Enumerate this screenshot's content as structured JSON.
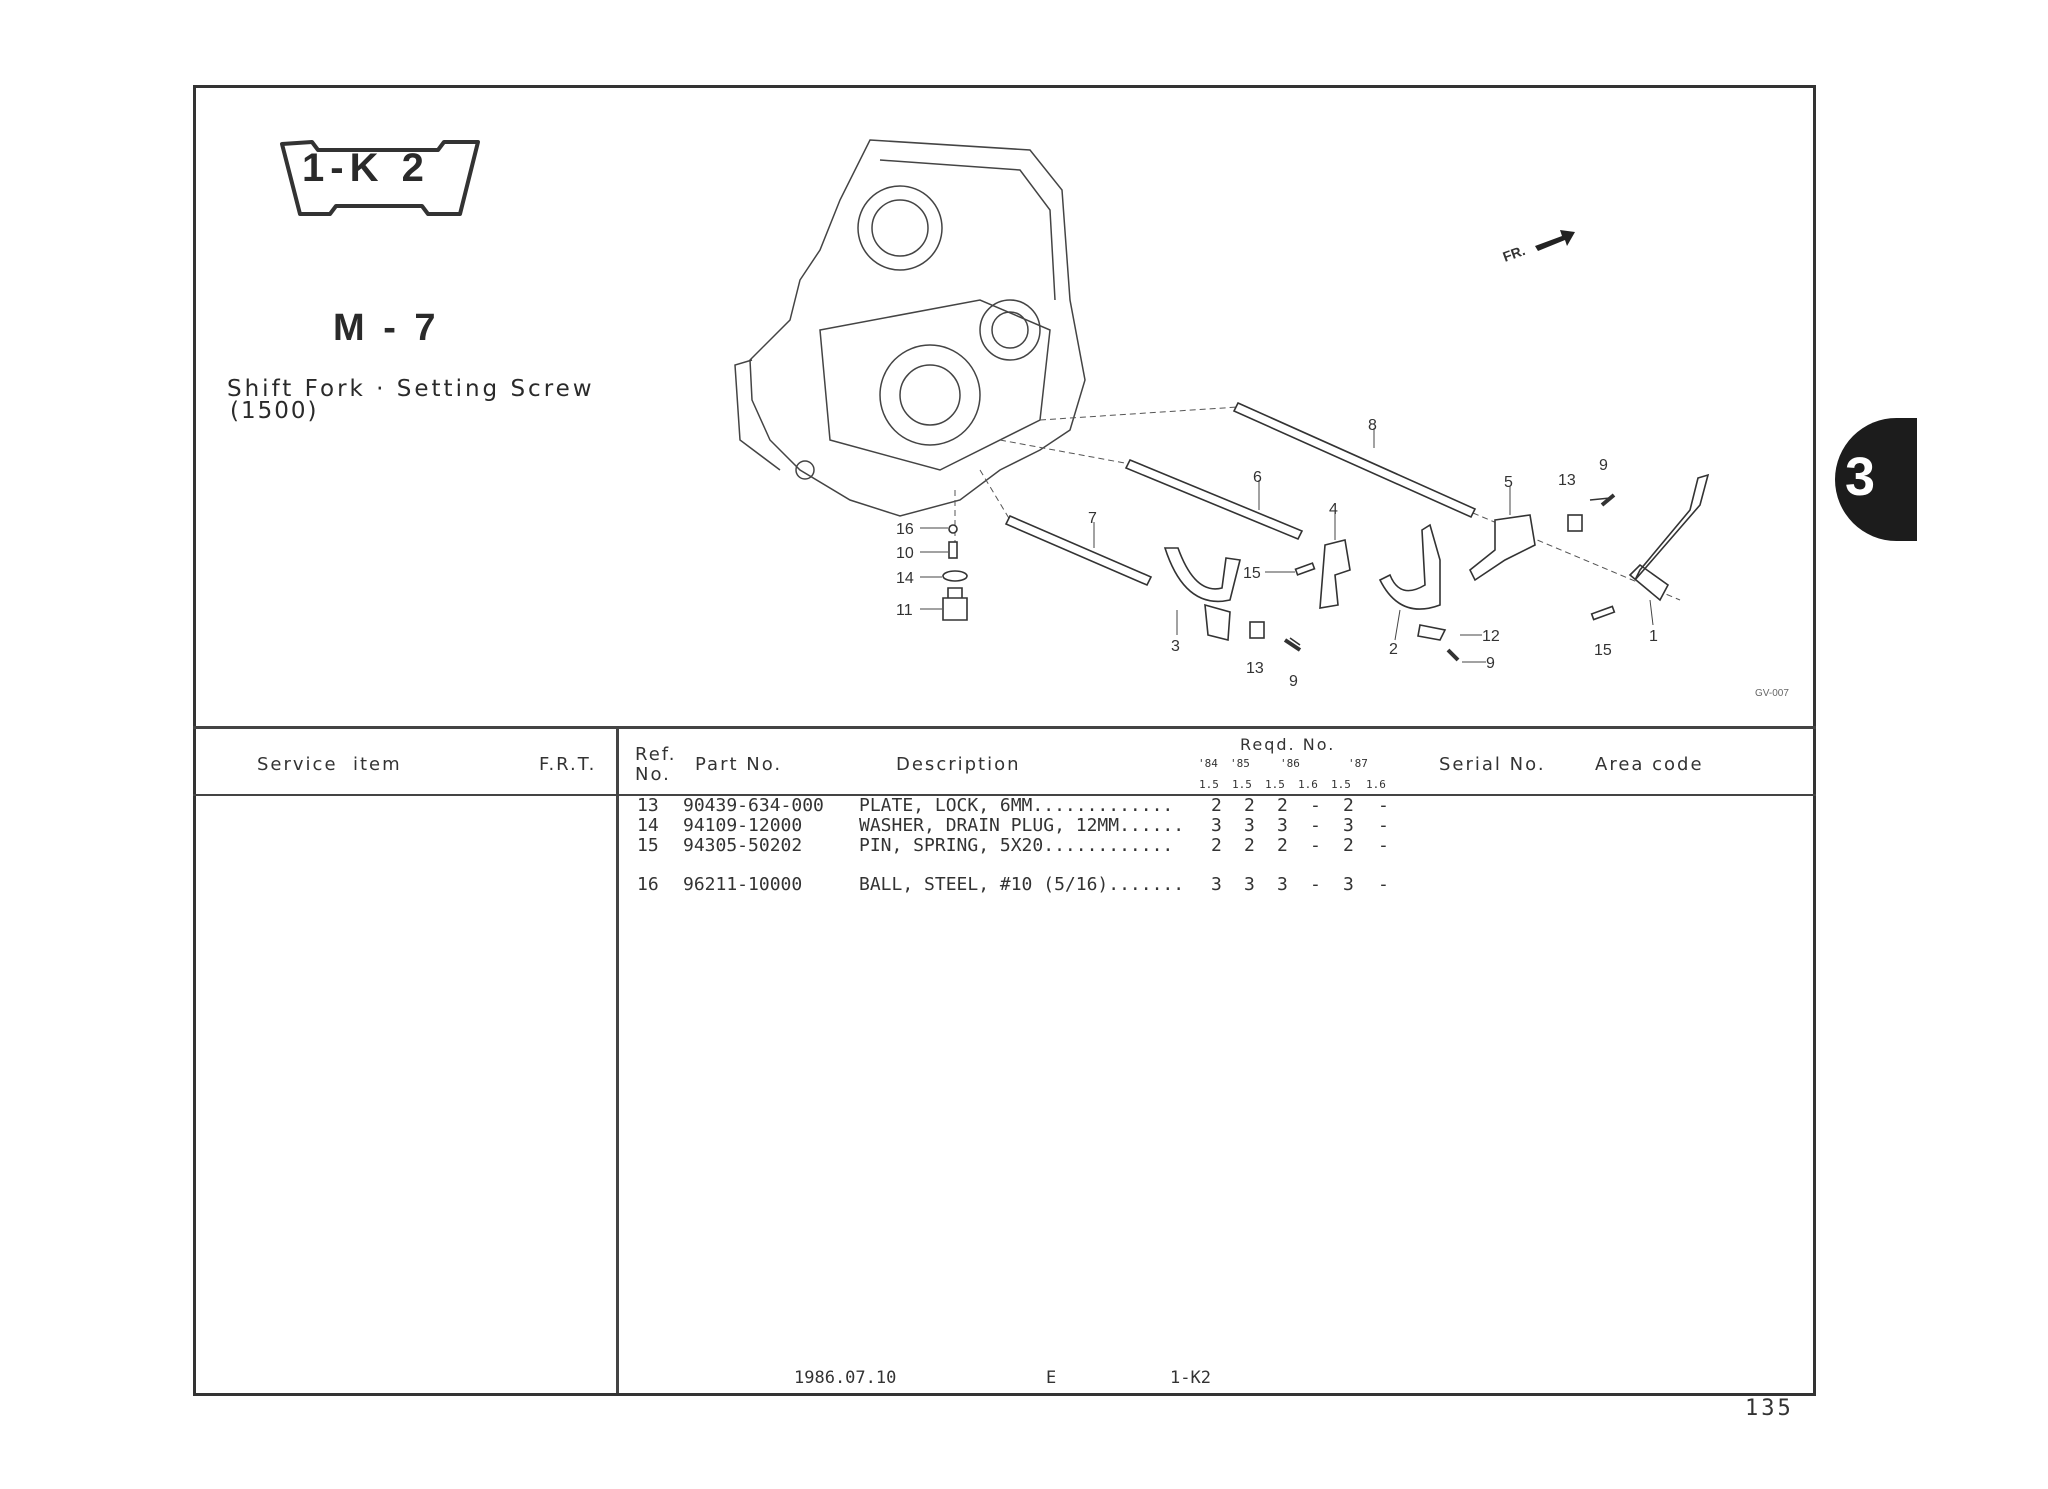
{
  "header": {
    "badge": "1-K 2",
    "section_code": "M - 7",
    "title": "Shift Fork · Setting Screw",
    "subtitle": "(1500)"
  },
  "side_tab": "3",
  "diagram": {
    "orientation_label": "FR.",
    "drawing_code": "GV-007",
    "callouts": [
      "8",
      "6",
      "4",
      "5",
      "13",
      "9",
      "7",
      "16",
      "10",
      "14",
      "11",
      "15",
      "3",
      "13",
      "9",
      "2",
      "12",
      "9",
      "15",
      "1"
    ]
  },
  "table": {
    "columns": {
      "service_item": "Service  item",
      "frt": "F.R.T.",
      "ref_no_1": "Ref.",
      "ref_no_2": "No.",
      "part_no": "Part No.",
      "description": "Description",
      "reqd_no": "Reqd. No.",
      "years": [
        "'84",
        "'85",
        "'86",
        "'87"
      ],
      "engines": [
        "1.5",
        "1.5",
        "1.5",
        "1.6",
        "1.5",
        "1.6"
      ],
      "serial_no": "Serial No.",
      "area_code": "Area code"
    },
    "rows": [
      {
        "ref": "13",
        "part": "90439-634-000",
        "desc": "PLATE, LOCK, 6MM.............",
        "qty": [
          "2",
          "2",
          "2",
          "-",
          "2",
          "-"
        ]
      },
      {
        "ref": "14",
        "part": "94109-12000",
        "desc": "WASHER, DRAIN PLUG, 12MM......",
        "qty": [
          "3",
          "3",
          "3",
          "-",
          "3",
          "-"
        ]
      },
      {
        "ref": "15",
        "part": "94305-50202",
        "desc": "PIN, SPRING, 5X20............",
        "qty": [
          "2",
          "2",
          "2",
          "-",
          "2",
          "-"
        ]
      },
      {
        "ref": "16",
        "part": "96211-10000",
        "desc": "BALL, STEEL, #10 (5/16).......",
        "qty": [
          "3",
          "3",
          "3",
          "-",
          "3",
          "-"
        ]
      }
    ]
  },
  "footer": {
    "date": "1986.07.10",
    "lang": "E",
    "code": "1-K2",
    "page_number": "135"
  }
}
